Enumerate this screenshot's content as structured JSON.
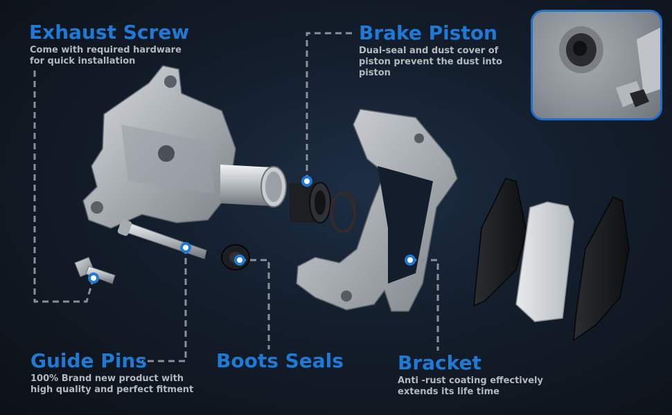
{
  "labels": {
    "exhaust_screw": {
      "title": "Exhaust Screw",
      "lines": [
        "Come with required hardware",
        "for quick installation"
      ]
    },
    "brake_piston": {
      "title": "Brake Piston",
      "lines": [
        "Dual-seal and dust cover of",
        "piston prevent the dust into",
        "piston"
      ]
    },
    "guide_pins": {
      "title": "Guide Pins",
      "lines": [
        "100% Brand new product with",
        "high quality and perfect fitment"
      ]
    },
    "boots_seals": {
      "title": "Boots Seals",
      "lines": []
    },
    "bracket": {
      "title": "Bracket",
      "lines": [
        "Anti -rust coating effectively",
        "extends its life time"
      ]
    }
  },
  "colors": {
    "accent": "#1f7ad6",
    "background": "#0d1117",
    "description_text": "#b4b9c0",
    "leader_line": "#8a9099",
    "marker_dot": "#1f7ad6"
  },
  "inset": {
    "subject": "exhaust screw close-up photo"
  }
}
